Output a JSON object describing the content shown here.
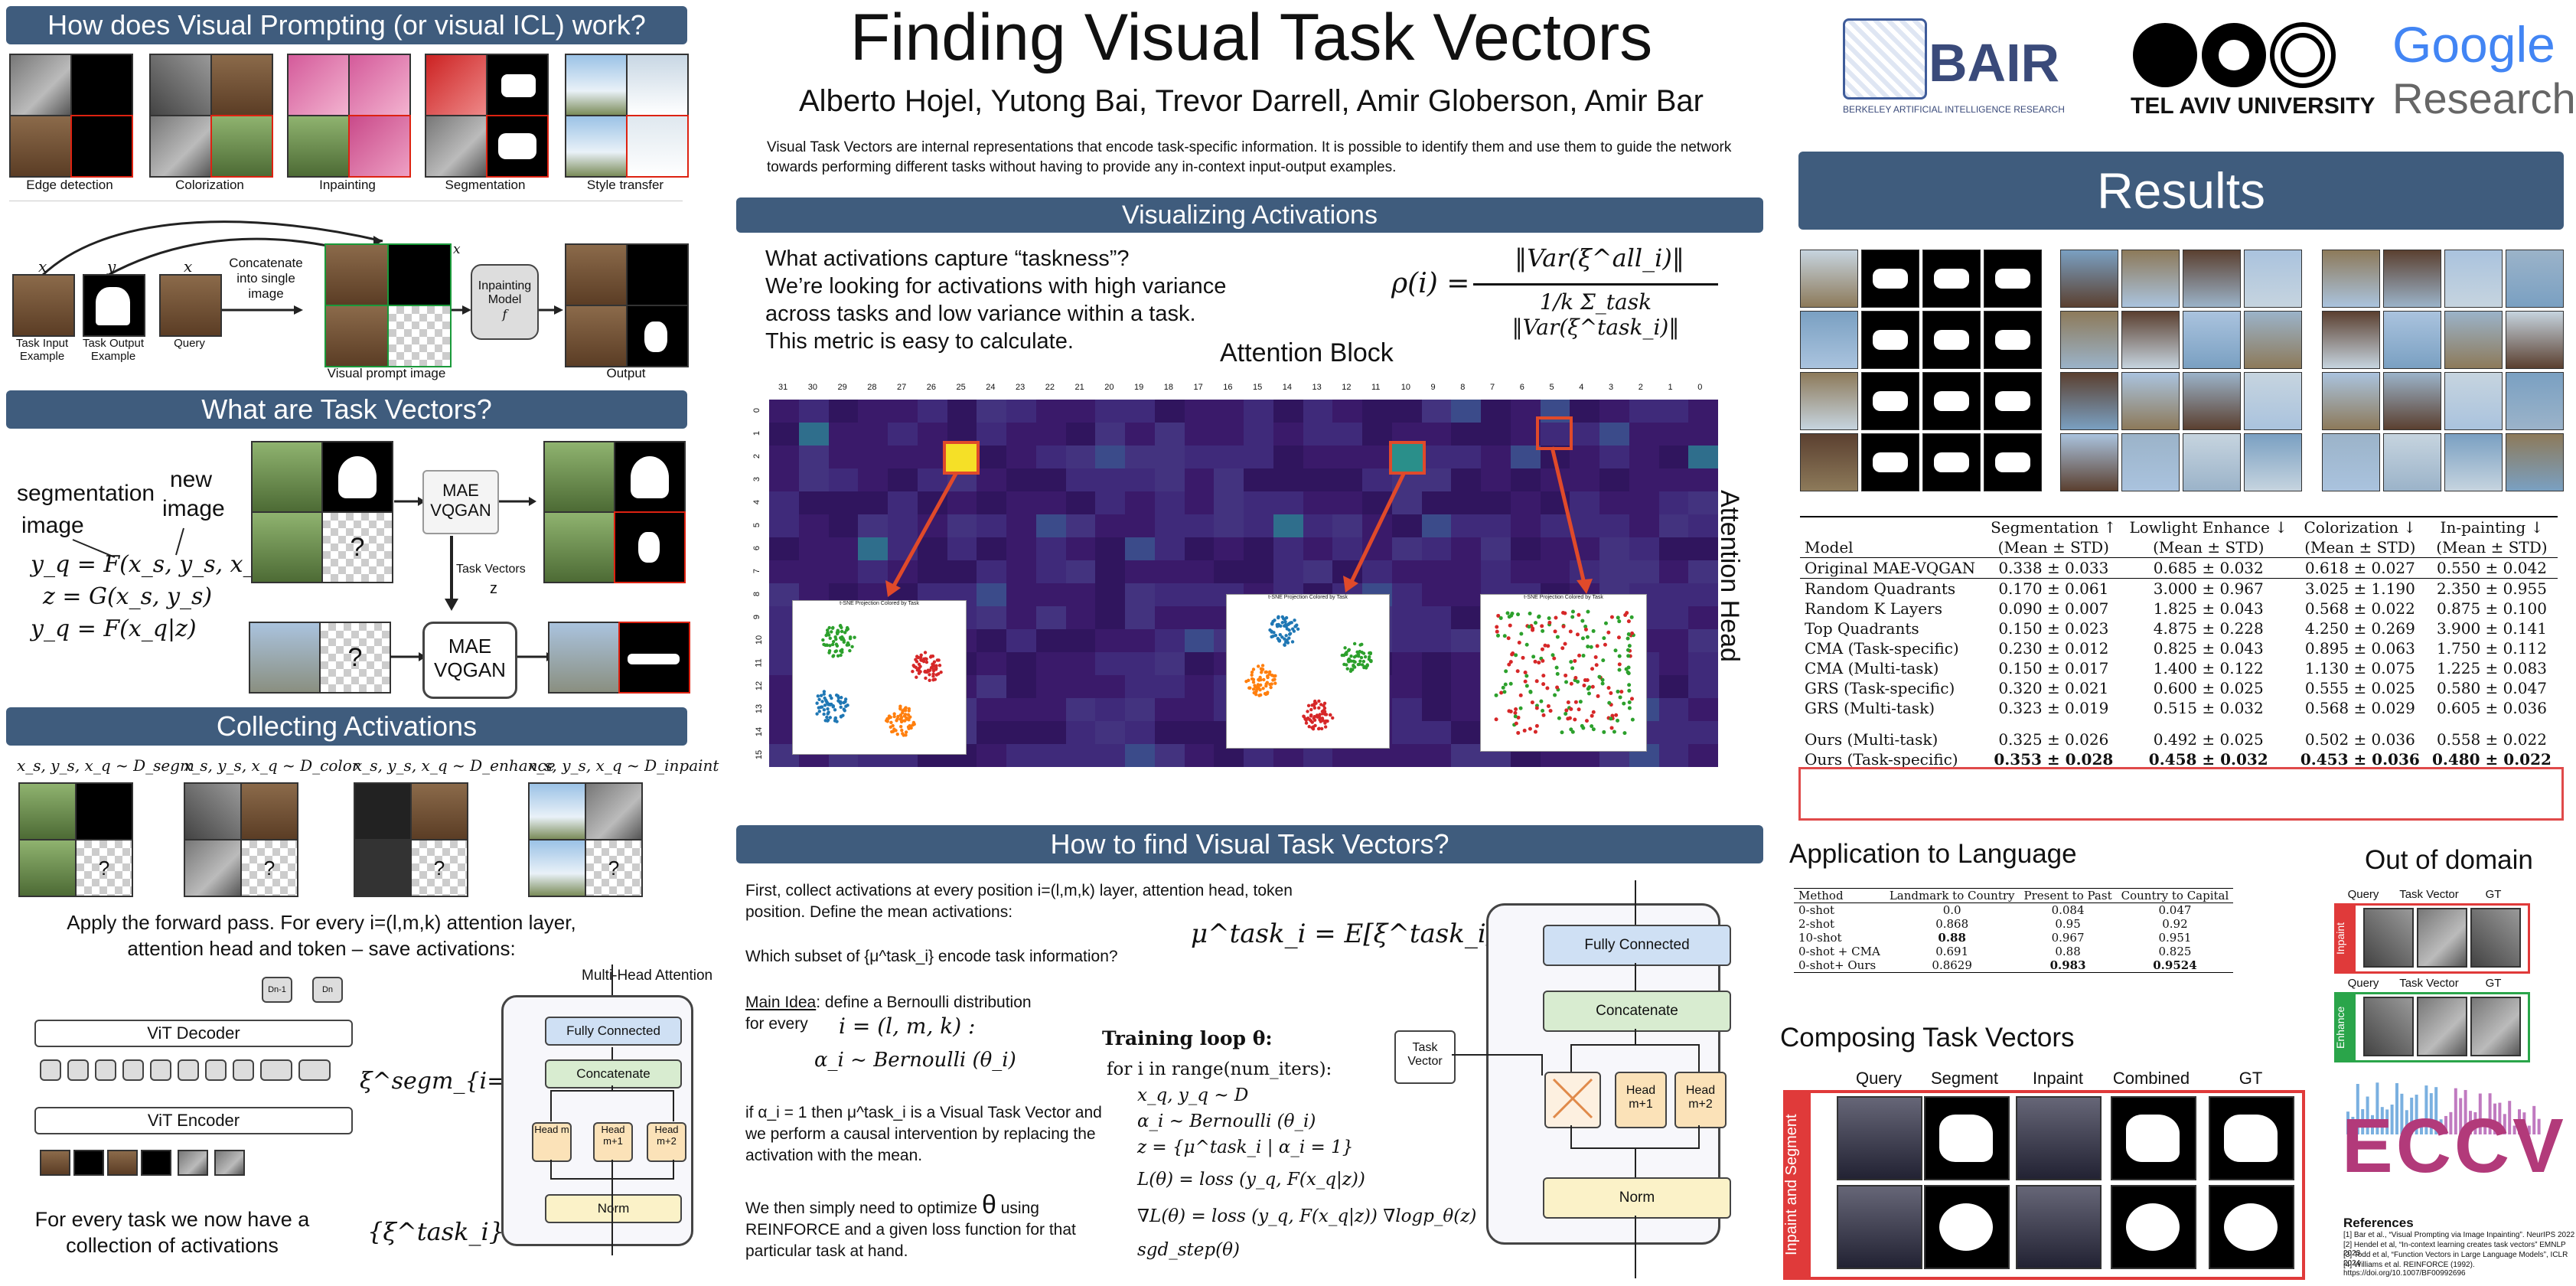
{
  "title": "Finding Visual Task Vectors",
  "authors": "Alberto Hojel, Yutong Bai, Trevor Darrell, Amir Globerson, Amir Bar",
  "abstract": "Visual Task Vectors are internal representations that encode task-specific information. It is possible to identify them and use them to guide the network towards performing different tasks without having to provide any in-context input-output examples.",
  "logos": {
    "bair": "BAIR",
    "bair_sub": "BERKELEY ARTIFICIAL INTELLIGENCE RESEARCH",
    "tau": "TEL AVIV UNIVERSITY",
    "google": "Google",
    "research": "Research",
    "eccv": "ECCV"
  },
  "left": {
    "header1": "How does Visual Prompting  (or visual ICL) work?",
    "tasks": [
      "Edge detection",
      "Colorization",
      "Inpainting",
      "Segmentation",
      "Style transfer"
    ],
    "prompt": {
      "xi": "x",
      "yi": "y",
      "xq": "x",
      "concat": "Concatenate into single image",
      "task_input": "Task Input Example",
      "task_output": "Task Output Example",
      "query": "Query",
      "visual_prompt": "Visual prompt image",
      "model": "Inpainting Model",
      "model_f": "f",
      "output": "Output",
      "xvp": "x"
    },
    "header2": "What are Task Vectors?",
    "tv": {
      "segmentation": "segmentation",
      "image": "image",
      "new": "new",
      "image2": "image",
      "eq1": "y_q = F(x_s, y_s, x_q)",
      "eq2": "z = G(x_s, y_s)",
      "eq3": "y_q = F(x_q|z)",
      "mae": "MAE",
      "vqgan": "VQGAN",
      "task_vectors": "Task Vectors",
      "z": "z",
      "q": "?"
    },
    "header3": "Collecting Activations",
    "dists": [
      "x_s, y_s, x_q ~ D_segm",
      "x_s, y_s, x_q ~ D_color",
      "x_s, y_s, x_q ~ D_enhance",
      "x_s, y_s, x_q ~ D_inpaint"
    ],
    "forward_text": "Apply the forward pass. For every i=(l,m,k) attention layer, attention head and token – save activations:",
    "vit_decoder": "ViT Decoder",
    "vit_encoder": "ViT Encoder",
    "dn1": "Dn-1",
    "dn": "Dn",
    "xi_segm": "ξ^segm_{i=(l,m,k)}",
    "mha": "Multi-Head Attention",
    "fc": "Fully Connected",
    "concat": "Concatenate",
    "heads": [
      "Head m",
      "Head m+1",
      "Head m+2"
    ],
    "norm": "Norm",
    "collection_text": "For every task we now have a collection of activations",
    "xi_task": "{ξ^task_i}"
  },
  "middle": {
    "header1": "Visualizing Activations",
    "q1": "What activations capture “taskness”?",
    "q2": "We’re looking for activations with high variance",
    "q3": "across tasks and low variance within a task.",
    "q4": "This metric is easy to calculate.",
    "rho": "ρ(i) =",
    "rho_num": "‖Var(ξ^all_i)‖",
    "rho_den": "1/k Σ_task ‖Var(ξ^task_i)‖",
    "attention_block": "Attention Block",
    "attention_head": "Attention Head",
    "x_ticks": [
      "31",
      "30",
      "29",
      "28",
      "27",
      "26",
      "25",
      "24",
      "23",
      "22",
      "21",
      "20",
      "19",
      "18",
      "17",
      "16",
      "15",
      "14",
      "13",
      "12",
      "11",
      "10",
      "9",
      "8",
      "7",
      "6",
      "5",
      "4",
      "3",
      "2",
      "1",
      "0"
    ],
    "y_ticks": [
      "0",
      "1",
      "2",
      "3",
      "4",
      "5",
      "6",
      "7",
      "8",
      "9",
      "10",
      "11",
      "12",
      "13",
      "14",
      "15"
    ],
    "scatter_titles": [
      "t-SNE Projection Colored by Task",
      "t-SNE Projection Colored by Task",
      "t-SNE Projection Colored by Task"
    ],
    "header2": "How to find Visual Task Vectors?",
    "p1": "First, collect activations at every position i=(l,m,k) layer, attention head, token position. Define the mean activations:",
    "mu_eq": "μ^task_i = E[ξ^task_i]",
    "which": "Which subset of {μ^task_i} encode task information?",
    "main_idea": "Main Idea",
    "main_idea_rest": ": define a Bernoulli distribution",
    "for_every": "for every",
    "i_eq": "i = (l, m, k) :",
    "alpha_eq": "α_i ~ Bernoulli (θ_i)",
    "if_text": "if α_i = 1 then μ^task_i is a Visual Task Vector and we perform a causal intervention by replacing the activation with the mean.",
    "opt_text1": "We then simply need to optimize",
    "theta": "θ",
    "opt_text2": "using REINFORCE and a given loss function for that particular task at hand.",
    "training": "Training loop θ:",
    "loop": [
      "for i in range(num_iters):",
      "x_q, y_q ~ D",
      "α_i ~ Bernoulli (θ_i)",
      "z = {μ^task_i | α_i = 1}",
      "L(θ) = loss (y_q, F(x_q|z))",
      "∇L(θ) = loss (y_q, F(x_q|z)) ∇logp_θ(z)",
      "sgd_step(θ)"
    ],
    "task_vector": "Task Vector",
    "fc": "Fully Connected",
    "concat": "Concatenate",
    "heads": [
      "Head m+1",
      "Head m+2"
    ],
    "norm": "Norm"
  },
  "right": {
    "header": "Results",
    "table": {
      "headers": [
        "Model",
        "Segmentation ↑",
        "Lowlight Enhance ↓",
        "Colorization ↓",
        "In-painting ↓"
      ],
      "subheader": "(Mean ± STD)",
      "rows": [
        [
          "Original MAE-VQGAN",
          "0.338 ± 0.033",
          "0.685 ± 0.032",
          "0.618 ± 0.027",
          "0.550 ± 0.042"
        ],
        [
          "Random Quadrants",
          "0.170 ± 0.061",
          "3.000 ± 0.967",
          "3.025 ± 1.190",
          "2.350 ± 0.955"
        ],
        [
          "Random K Layers",
          "0.090 ± 0.007",
          "1.825 ± 0.043",
          "0.568 ± 0.022",
          "0.875 ± 0.100"
        ],
        [
          "Top Quadrants",
          "0.150 ± 0.023",
          "4.875 ± 0.228",
          "4.250 ± 0.269",
          "3.900 ± 0.141"
        ],
        [
          "CMA (Task-specific)",
          "0.230 ± 0.012",
          "0.825 ± 0.043",
          "0.895 ± 0.063",
          "1.750 ± 0.112"
        ],
        [
          "CMA (Multi-task)",
          "0.150 ± 0.017",
          "1.400 ± 0.122",
          "1.130 ± 0.075",
          "1.225 ± 0.083"
        ],
        [
          "GRS (Task-specific)",
          "0.320 ± 0.021",
          "0.600 ± 0.025",
          "0.555 ± 0.025",
          "0.580 ± 0.047"
        ],
        [
          "GRS (Multi-task)",
          "0.323 ± 0.019",
          "0.515 ± 0.032",
          "0.568 ± 0.029",
          "0.605 ± 0.036"
        ],
        [
          "Ours (Multi-task)",
          "0.325 ± 0.026",
          "0.492 ± 0.025",
          "0.502 ± 0.036",
          "0.558 ± 0.022"
        ],
        [
          "Ours (Task-specific)",
          "0.353 ± 0.028",
          "0.458 ± 0.032",
          "0.453 ± 0.036",
          "0.480 ± 0.022"
        ]
      ]
    },
    "lang_title": "Application to Language",
    "lang_table": {
      "headers": [
        "Method",
        "Landmark to Country",
        "Present to Past",
        "Country to Capital"
      ],
      "rows": [
        [
          "0-shot",
          "0.0",
          "0.084",
          "0.047"
        ],
        [
          "2-shot",
          "0.868",
          "0.95",
          "0.92"
        ],
        [
          "10-shot",
          "0.88",
          "0.967",
          "0.951"
        ],
        [
          "0-shot + CMA",
          "0.691",
          "0.88",
          "0.825"
        ],
        [
          "0-shot+ Ours",
          "0.8629",
          "0.983",
          "0.9524"
        ]
      ]
    },
    "ood_title": "Out of domain",
    "ood_cols": [
      "Query",
      "Task Vector",
      "GT"
    ],
    "ood_labels": [
      "Inpaint",
      "Enhance"
    ],
    "compose_title": "Composing Task Vectors",
    "compose_cols": [
      "Query",
      "Segment",
      "Inpaint",
      "Combined",
      "GT"
    ],
    "compose_label": "Inpaint and Segment",
    "refs_title": "References",
    "refs": [
      "[1] Bar et al., “Visual Prompting via Image Inpainting”. NeurIPS 2022",
      "[2] Hendel et al, “In-context learning creates task vectors” EMNLP 2023",
      "[3] Todd et al, “Function Vectors in Large Language Models”, ICLR 2024",
      "[4] Williams et al. REINFORCE (1992). https://doi.org/10.1007/BF00992696"
    ]
  }
}
